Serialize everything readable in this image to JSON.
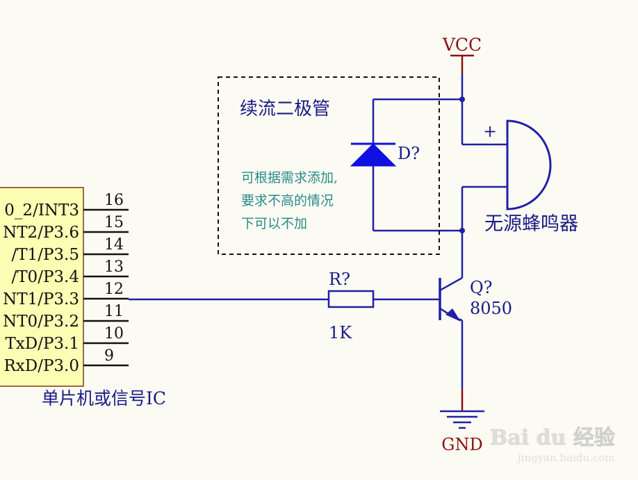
{
  "power": {
    "vcc_label": "VCC",
    "gnd_label": "GND"
  },
  "diode_box": {
    "title": "续流二极管",
    "ref": "D?",
    "note_lines": [
      "可根据需求添加,",
      "要求不高的情况",
      "下可以不加"
    ]
  },
  "buzzer": {
    "plus_sign": "+",
    "label": "无源蜂鸣器"
  },
  "transistor": {
    "ref": "Q?",
    "model": "8050"
  },
  "resistor": {
    "ref": "R?",
    "value": "1K"
  },
  "mcu": {
    "caption": "单片机或信号IC",
    "pins": [
      {
        "label": "0_2/INT3",
        "number": "16"
      },
      {
        "label": "NT2/P3.6",
        "number": "15"
      },
      {
        "label": "/T1/P3.5",
        "number": "14"
      },
      {
        "label": "/T0/P3.4",
        "number": "13"
      },
      {
        "label": "NT1/P3.3",
        "number": "12"
      },
      {
        "label": "NT0/P3.2",
        "number": "11"
      },
      {
        "label": "TxD/P3.1",
        "number": "10"
      },
      {
        "label": "RxD/P3.0",
        "number": "9"
      }
    ]
  },
  "watermark": {
    "logo_text": "Bai du 经验",
    "url": "jingyan.baidu.com"
  },
  "colors": {
    "wire": "#1f1fa8",
    "ref_text": "#1a1a88",
    "power_text": "#8b1010",
    "note_text": "#2a8a8a",
    "chip_fill": "#fdfdb4",
    "diode_fill": "#1010e0"
  }
}
